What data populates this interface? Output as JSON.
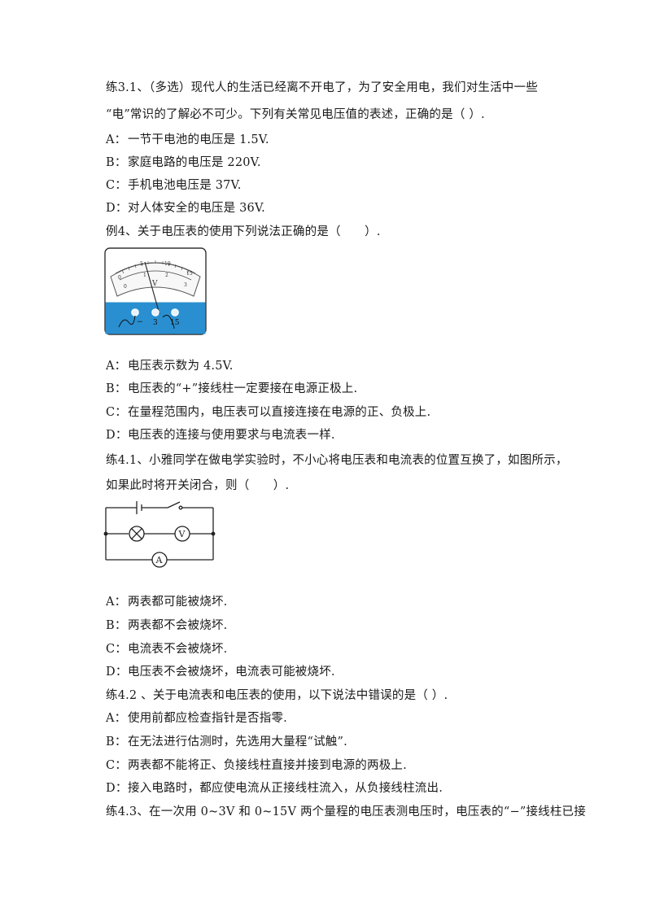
{
  "q3_1": {
    "stem_line1": "练3.1、（多选）现代人的生活已经离不开电了，为了安全用电，我们对生活中一些",
    "stem_line2": "“电”常识的了解必不可少。下列有关常见电压值的表述，正确的是（ ）.",
    "options": [
      {
        "label": "A：",
        "text": "一节干电池的电压是 1.5V."
      },
      {
        "label": "B：",
        "text": "家庭电路的电压是 220V."
      },
      {
        "label": "C：",
        "text": "手机电池电压是 37V."
      },
      {
        "label": "D：",
        "text": "对人体安全的电压是 36V."
      }
    ]
  },
  "ex4": {
    "stem": "例4、关于电压表的使用下列说法正确的是（　　）.",
    "meter": {
      "unit": "V",
      "outer_scale": [
        "0",
        "5",
        "10",
        "15"
      ],
      "inner_scale": [
        "0",
        "1",
        "2",
        "3"
      ],
      "terminals": [
        "−",
        "3",
        "15"
      ]
    },
    "options": [
      {
        "label": "A：",
        "text": "电压表示数为 4.5V."
      },
      {
        "label": "B：",
        "text": "电压表的“+”接线柱一定要接在电源正极上."
      },
      {
        "label": "C：",
        "text": "在量程范围内，电压表可以直接连接在电源的正、负极上."
      },
      {
        "label": "D：",
        "text": "电压表的连接与使用要求与电流表一样."
      }
    ]
  },
  "q4_1": {
    "stem_line1": "练4.1、小雅同学在做电学实验时，不小心将电压表和电流表的位置互换了，如图所示，",
    "stem_line2": "如果此时将开关闭合，则（　　）.",
    "circuit": {
      "voltmeter_symbol": "V",
      "ammeter_symbol": "A"
    },
    "options": [
      {
        "label": "A：",
        "text": "两表都可能被烧坏."
      },
      {
        "label": "B：",
        "text": "两表都不会被烧坏."
      },
      {
        "label": "C：",
        "text": "电流表不会被烧坏."
      },
      {
        "label": "D：",
        "text": "电压表不会被烧坏，电流表可能被烧坏."
      }
    ]
  },
  "q4_2": {
    "stem": "练4.2 、关于电流表和电压表的使用，以下说法中错误的是（ ）.",
    "options": [
      {
        "label": "A：",
        "text": "使用前都应检查指针是否指零."
      },
      {
        "label": "B：",
        "text": "在无法进行估测时，先选用大量程“试触”."
      },
      {
        "label": "C：",
        "text": "两表都不能将正、负接线柱直接并接到电源的两极上."
      },
      {
        "label": "D：",
        "text": "接入电路时，都应使电流从正接线柱流入，从负接线柱流出."
      }
    ]
  },
  "q4_3": {
    "stem": "练4.3、在一次用 0~3V 和 0~15V 两个量程的电压表测电压时，电压表的“−”接线柱已接"
  }
}
